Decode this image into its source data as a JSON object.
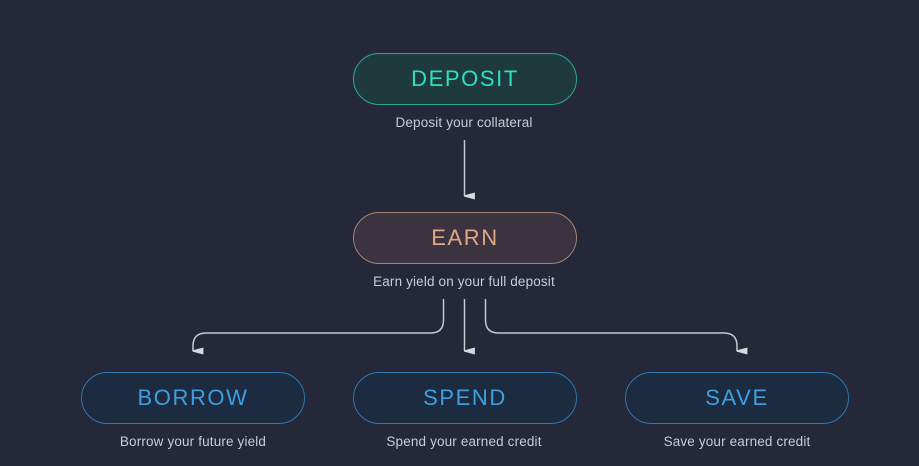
{
  "diagram": {
    "background_color": "#242838",
    "connector_color": "#c5c8d0",
    "nodes": [
      {
        "id": "deposit",
        "label": "DEPOSIT",
        "caption": "Deposit your collateral",
        "border_color": "#2aa89a",
        "fill_color": "#1e3a3c",
        "text_color": "#2fe0c0"
      },
      {
        "id": "earn",
        "label": "EARN",
        "caption": "Earn yield on your full deposit",
        "border_color": "#a98472",
        "fill_color": "#3b3340",
        "text_color": "#e0a882"
      },
      {
        "id": "borrow",
        "label": "BORROW",
        "caption": "Borrow your future yield",
        "border_color": "#2e79b5",
        "fill_color": "#1c2b40",
        "text_color": "#3d9fe0"
      },
      {
        "id": "spend",
        "label": "SPEND",
        "caption": "Spend your earned credit",
        "border_color": "#2e79b5",
        "fill_color": "#1c2b40",
        "text_color": "#3d9fe0"
      },
      {
        "id": "save",
        "label": "SAVE",
        "caption": "Save your earned credit",
        "border_color": "#2e79b5",
        "fill_color": "#1c2b40",
        "text_color": "#3d9fe0"
      }
    ],
    "edges": [
      {
        "from": "deposit",
        "to": "earn"
      },
      {
        "from": "earn",
        "to": "borrow"
      },
      {
        "from": "earn",
        "to": "spend"
      },
      {
        "from": "earn",
        "to": "save"
      }
    ]
  }
}
